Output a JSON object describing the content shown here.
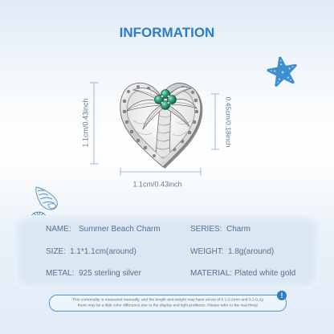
{
  "title": "INFORMATION",
  "dimensions": {
    "height_label": "1.1cm/0.43inch",
    "thickness_label": "0.45cm/0.18inch",
    "width_label": "1.1cm/0.43inch"
  },
  "specs": {
    "left": [
      {
        "label": "NAME:",
        "value": "Summer Beach Charm"
      },
      {
        "label": "SIZE:",
        "value": "1.1*1.1cm(around)"
      },
      {
        "label": "METAL:",
        "value": "925 sterling silver"
      }
    ],
    "right": [
      {
        "label": "SERIES:",
        "value": "Charm"
      },
      {
        "label": "WEIGHT:",
        "value": "1.8g(around)"
      },
      {
        "label": "MATERIAL:",
        "value": "Plated white gold"
      }
    ]
  },
  "notice": {
    "lines": [
      "This commodity is measured manually, and the length and weight may have errors of 0.1-0.2mm and 0.1-0.2g",
      "there may be a little color difference due to the display and light problems. Please refer to the real thing!"
    ],
    "badge": "!"
  },
  "icons": {
    "top_right_decoration": "starfish-icon",
    "left_decoration": "seashell-icon",
    "notice_badge": "exclamation-circle-icon"
  },
  "colors": {
    "accent": "#2e7cc2",
    "text": "#56708a",
    "panel": "#dbe8f4",
    "starfish": "#3d8fd0",
    "gem": "#2fa37f"
  }
}
